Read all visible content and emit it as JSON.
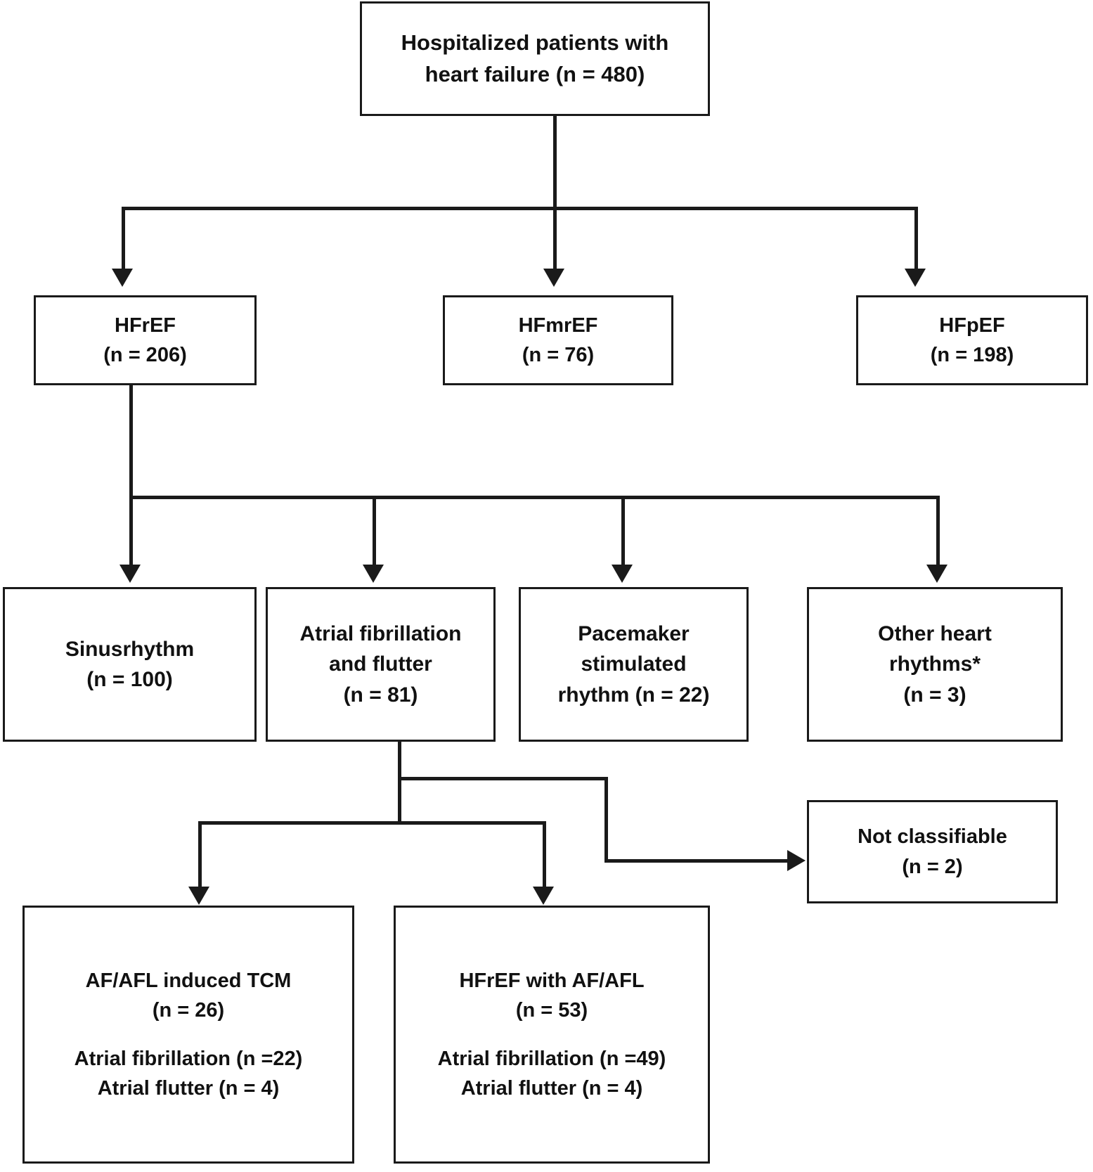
{
  "figure": {
    "type": "flowchart",
    "orientation": "top-down",
    "footnote_marker": "*"
  },
  "nodes": {
    "root": {
      "line1": "Hospitalized patients with",
      "line2": "heart failure (n = 480)",
      "n": 480
    },
    "hfref": {
      "line1": "HFrEF",
      "line2": "(n = 206)",
      "n": 206
    },
    "hfmref": {
      "line1": "HFmrEF",
      "line2": "(n = 76)",
      "n": 76
    },
    "hfpef": {
      "line1": "HFpEF",
      "line2": "(n = 198)",
      "n": 198
    },
    "sinus": {
      "line1": "Sinusrhythm",
      "line2": "(n = 100)",
      "n": 100
    },
    "afib": {
      "line1": "Atrial fibrillation",
      "line2": "and flutter",
      "line3": "(n = 81)",
      "n": 81
    },
    "pacemaker": {
      "line1": "Pacemaker",
      "line2": "stimulated",
      "line3": "rhythm (n = 22)",
      "n": 22
    },
    "other": {
      "line1": "Other heart",
      "line2": "rhythms*",
      "line3": "(n = 3)",
      "n": 3
    },
    "notclass": {
      "line1": "Not classifiable",
      "line2": "(n = 2)",
      "n": 2
    },
    "tcm": {
      "line1": "AF/AFL induced TCM",
      "line2": "(n = 26)",
      "line3": "Atrial fibrillation (n =22)",
      "line4": "Atrial flutter (n = 4)",
      "n": 26,
      "af": 22,
      "afl": 4
    },
    "hfref_af": {
      "line1": "HFrEF with AF/AFL",
      "line2": "(n = 53)",
      "line3": "Atrial fibrillation (n =49)",
      "line4": "Atrial flutter (n = 4)",
      "n": 53,
      "af": 49,
      "afl": 4
    }
  },
  "colors": {
    "stroke": "#1a1a1a",
    "fill": "#ffffff",
    "text": "#111111"
  }
}
